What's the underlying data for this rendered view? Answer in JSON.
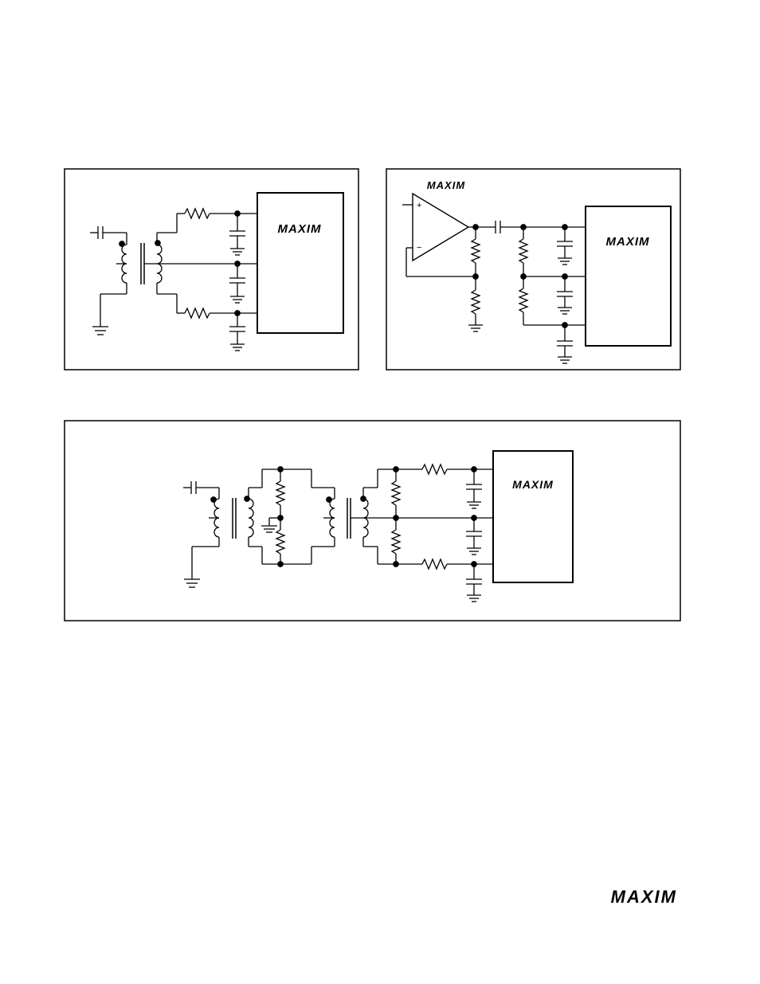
{
  "page": {
    "background": "#ffffff",
    "ink": "#000000"
  },
  "logo": {
    "text": "MAXIM"
  },
  "figures": [
    {
      "id": "transformer-coupled-input",
      "logo": "MAXIM"
    },
    {
      "id": "op-amp-driven-input",
      "logo": "MAXIM",
      "amp_logo": "MAXIM"
    },
    {
      "id": "dual-transformer-input",
      "logo": "MAXIM"
    }
  ],
  "footer": {
    "logo": "MAXIM"
  }
}
